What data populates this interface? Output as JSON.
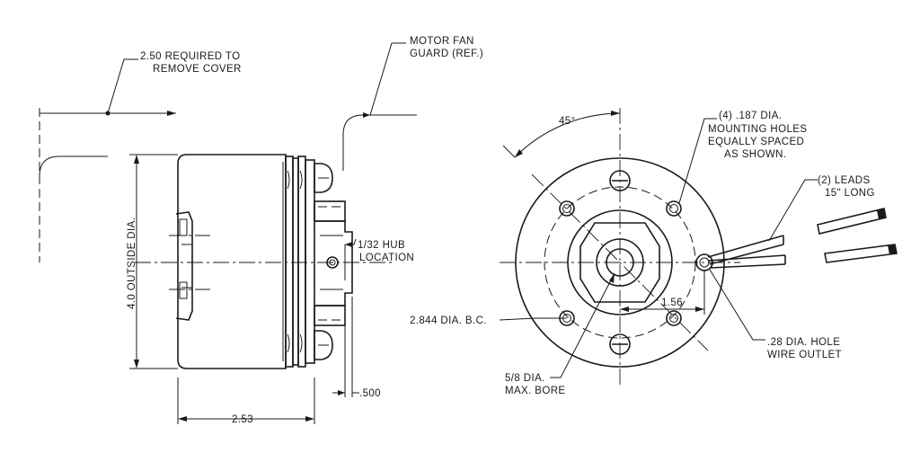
{
  "labels": {
    "required_cover_1": "2.50 REQUIRED TO",
    "required_cover_2": "REMOVE COVER",
    "motor_fan_1": "MOTOR FAN",
    "motor_fan_2": "GUARD (REF.)",
    "outside_dia": "4.0 OUTSIDE DIA.",
    "hub_loc_1": "1/32 HUB",
    "hub_loc_2": "LOCATION",
    "depth": "2.53",
    "hub_len": ".500",
    "angle": "45°",
    "holes_1": "(4) .187 DIA.",
    "holes_2": "MOUNTING HOLES",
    "holes_3": "EQUALLY SPACED",
    "holes_4": "AS SHOWN.",
    "leads_1": "(2) LEADS",
    "leads_2": "15\" LONG",
    "bolt_circle": "2.844 DIA. B.C.",
    "offset": "1.56",
    "wire_hole_1": ".28 DIA. HOLE",
    "wire_hole_2": "WIRE OUTLET",
    "bore_1": "5/8 DIA.",
    "bore_2": "MAX. BORE"
  }
}
